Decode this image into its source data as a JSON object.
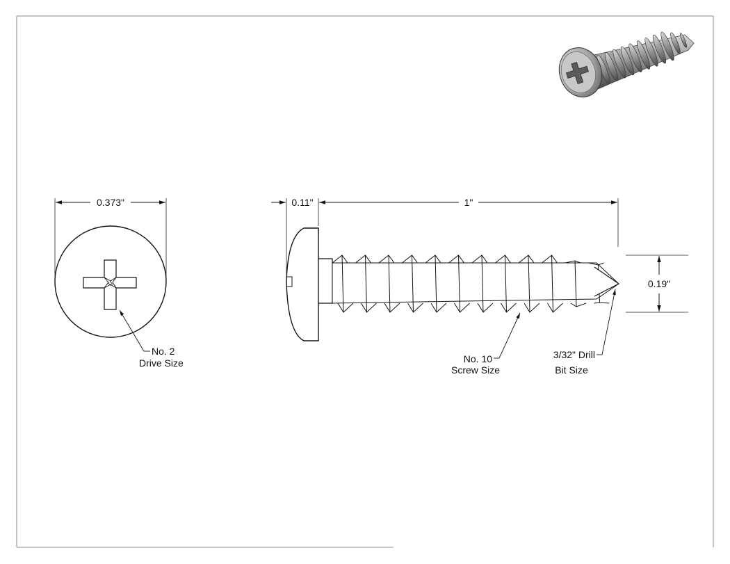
{
  "dimensions": {
    "head_diameter": "0.373\"",
    "head_height": "0.11\"",
    "length": "1\"",
    "thread_diameter": "0.19\""
  },
  "labels": {
    "drive_line1": "No. 2",
    "drive_line2": "Drive Size",
    "screw_line1": "No. 10",
    "screw_line2": "Screw Size",
    "drill_line1": "3/32\" Drill",
    "drill_line2": "Bit Size"
  },
  "colors": {
    "line": "#111111",
    "frame": "#888888",
    "steel_dark": "#5a5a5a",
    "steel_light": "#bdbdbd"
  }
}
